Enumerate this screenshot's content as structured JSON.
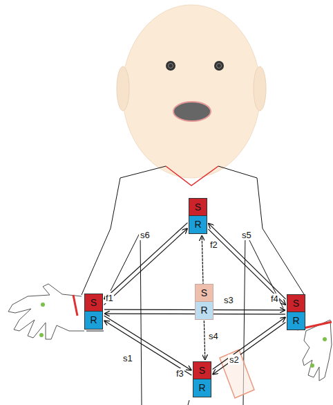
{
  "diagram": {
    "nodes": [
      {
        "text": [
          "S",
          "R",
          "f2"
        ]
      },
      {
        "text": [
          "S",
          "R",
          "f1"
        ]
      },
      {
        "text": [
          "S",
          "R"
        ]
      },
      {
        "text": [
          "S",
          "R",
          "f4"
        ]
      },
      {
        "text": [
          "S",
          "R",
          "f3"
        ]
      }
    ],
    "edges": [
      {
        "from": 1,
        "to": 0,
        "arrow": "to",
        "label": "s6"
      },
      {
        "from": 0,
        "to": 1,
        "arrow": "to"
      },
      {
        "from": 0,
        "to": 3,
        "arrow": "to",
        "label": "s5"
      },
      {
        "from": 3,
        "to": 0,
        "arrow": "to"
      },
      {
        "from": 1,
        "to": 3,
        "arrow": "to",
        "label": "s3"
      },
      {
        "from": 3,
        "to": 1,
        "arrow": "to"
      },
      {
        "from": 0,
        "to": 4,
        "arrow": "to",
        "label": "s4"
      },
      {
        "from": 4,
        "to": 0,
        "arrow": "to"
      },
      {
        "from": 1,
        "to": 4,
        "arrow": "to",
        "label": "s1"
      },
      {
        "from": 4,
        "to": 1,
        "arrow": "to"
      },
      {
        "from": 4,
        "to": 3,
        "arrow": "to",
        "label": "s2"
      },
      {
        "from": 3,
        "to": 4,
        "arrow": "to"
      }
    ]
  }
}
